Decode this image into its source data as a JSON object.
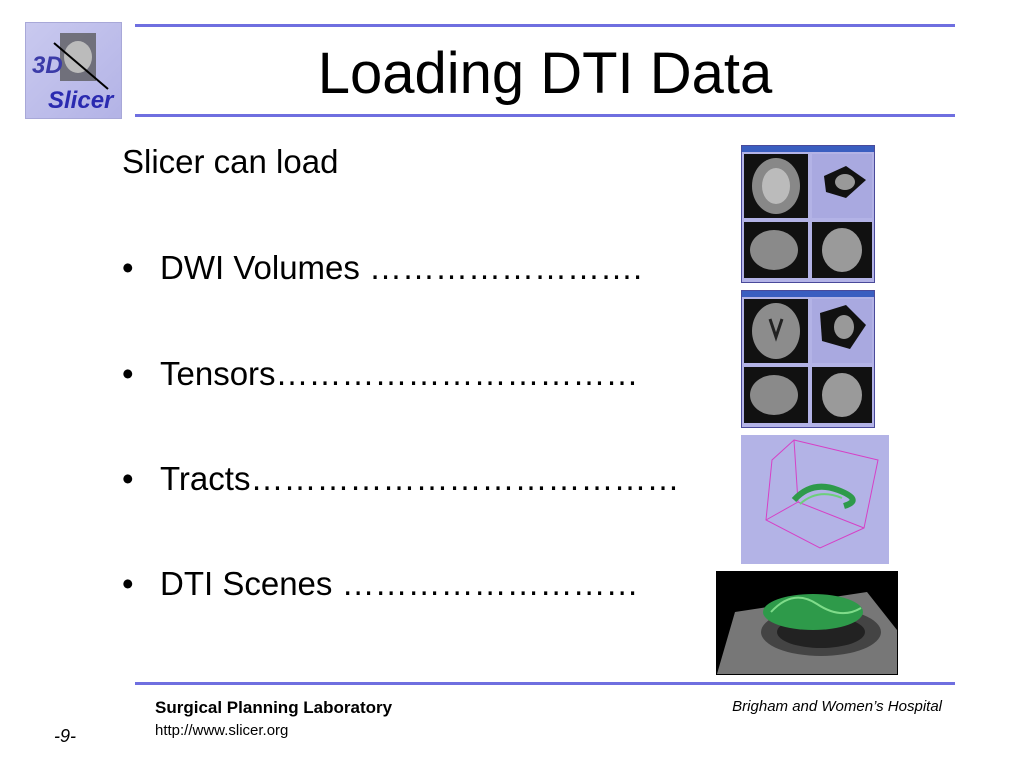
{
  "slide": {
    "title": "Loading DTI Data",
    "intro": "Slicer can load",
    "bullets": [
      {
        "symbol": "•",
        "text": "DWI Volumes ……………………."
      },
      {
        "symbol": "•",
        "text": "Tensors……………………………"
      },
      {
        "symbol": "•",
        "text": "Tracts…………………………………"
      },
      {
        "symbol": "•",
        "text": "DTI Scenes ………………………"
      }
    ]
  },
  "logo": {
    "line1": "3D",
    "line2": "Slicer"
  },
  "footer": {
    "lab": "Surgical Planning Laboratory",
    "url": "http://www.slicer.org",
    "hospital": "Brigham and Women’s Hospital",
    "page": "-9-"
  },
  "colors": {
    "accent": "#6f6fe0",
    "viewer_bg": "#b3b3e6",
    "tract_green": "#2e9a4a"
  }
}
